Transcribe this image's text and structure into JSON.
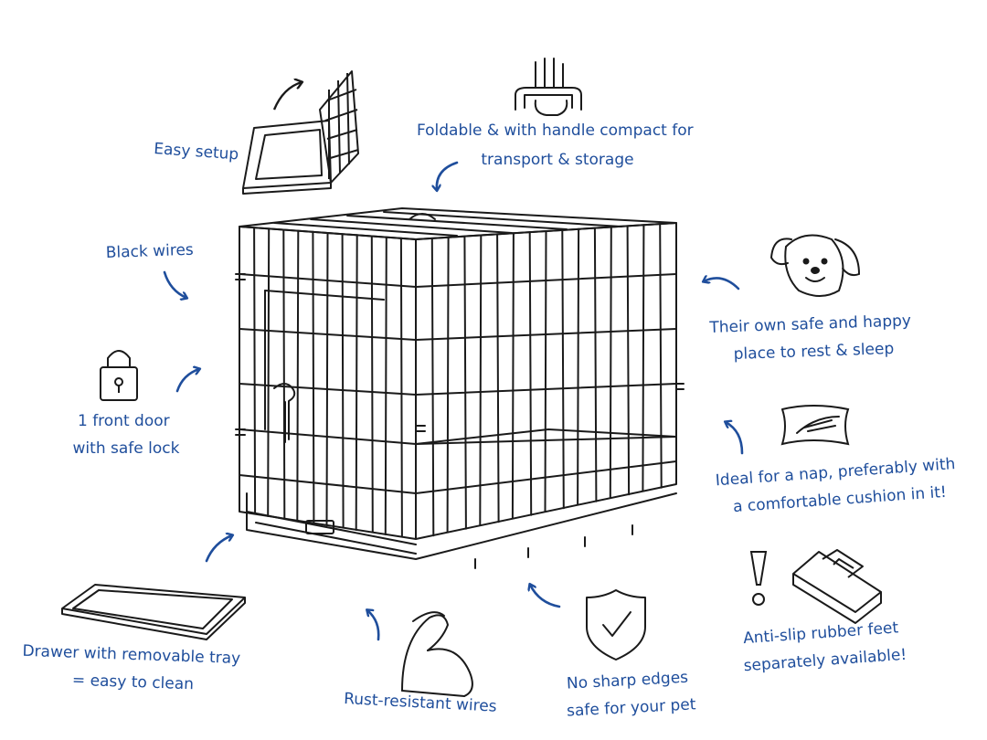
{
  "colors": {
    "ink": "#1a1a1a",
    "accent": "#1f4e9c",
    "background": "#ffffff"
  },
  "annotations": {
    "easy_setup": {
      "lines": [
        "Easy setup"
      ],
      "icon": "folding-crate-icon"
    },
    "foldable": {
      "lines": [
        "Foldable & with handle compact for",
        "transport & storage"
      ],
      "icon": "carry-handle-icon"
    },
    "black_wires": {
      "lines": [
        "Black wires"
      ]
    },
    "front_door": {
      "lines": [
        "1 front door",
        "with safe lock"
      ],
      "icon": "padlock-icon"
    },
    "safe_place": {
      "lines": [
        "Their own safe and happy",
        "place to rest & sleep"
      ],
      "icon": "dog-face-icon"
    },
    "nap": {
      "lines": [
        "Ideal for a nap, preferably with",
        "a comfortable cushion in it!"
      ],
      "icon": "feather-cushion-icon"
    },
    "anti_slip": {
      "lines": [
        "Anti-slip rubber feet",
        "separately available!"
      ],
      "icon": "rubber-foot-icon"
    },
    "no_sharp": {
      "lines": [
        "No sharp edges",
        "safe for your pet"
      ],
      "icon": "shield-check-icon"
    },
    "rust": {
      "lines": [
        "Rust-resistant wires"
      ],
      "icon": "flexed-arm-icon"
    },
    "drawer": {
      "lines": [
        "Drawer with removable tray",
        "= easy to clean"
      ],
      "icon": "tray-icon"
    }
  }
}
